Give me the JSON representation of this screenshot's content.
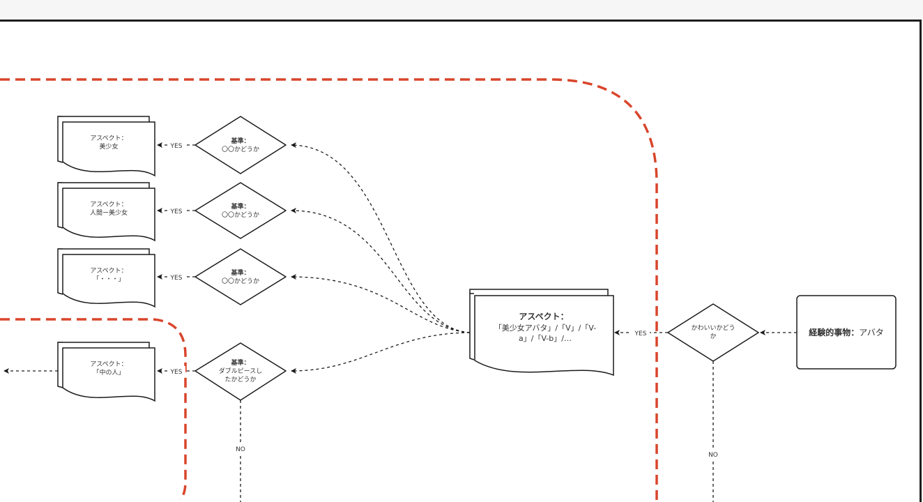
{
  "flow": {
    "experience": {
      "bold": "経験的事物：",
      "rest": "アバタ"
    },
    "kawaii": {
      "line1": "かわいいかどう",
      "line2": "か"
    },
    "aspect_main": {
      "title": "アスペクト：",
      "line1": "「美少女アバタ」/「V」/「V-",
      "line2": "a」/「V-b」/…"
    },
    "criteria": [
      {
        "title": "基準：",
        "line1": "〇〇かどうか",
        "line2": ""
      },
      {
        "title": "基準：",
        "line1": "〇〇かどうか",
        "line2": ""
      },
      {
        "title": "基準：",
        "line1": "〇〇かどうか",
        "line2": ""
      },
      {
        "title": "基準：",
        "line1": "ダブルピースし",
        "line2": "たかどうか"
      }
    ],
    "aspects": [
      {
        "title": "アスペクト：",
        "value": "美少女"
      },
      {
        "title": "アスペクト：",
        "value": "人間ー美少女"
      },
      {
        "title": "アスペクト：",
        "value": "「・・・」"
      },
      {
        "title": "アスペクト：",
        "value": "「中の人」"
      }
    ],
    "yes_label": "YES",
    "no_label": "NO"
  },
  "colors": {
    "dashed_boundary": "#d9452b",
    "stroke": "#1a1a1a"
  }
}
